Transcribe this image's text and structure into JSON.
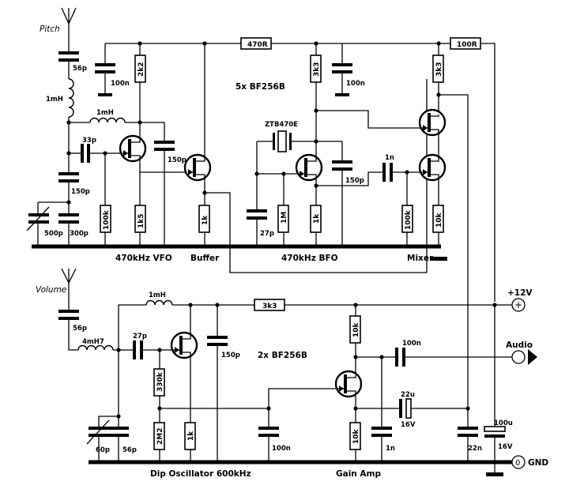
{
  "title": "",
  "inputs": {
    "pitch": "Pitch",
    "volume": "Volume"
  },
  "transistor_notes": {
    "upper": "5x  BF256B",
    "lower": "2x  BF256B"
  },
  "sections": {
    "vfo": "470kHz  VFO",
    "buffer": "Buffer",
    "bfo": "470kHz  BFO",
    "mixer": "Mixer",
    "dip_osc": "Dip  Oscillator  600kHz",
    "gain_amp": "Gain Amp"
  },
  "rails": {
    "supply": "+12V",
    "audio": "Audio",
    "ground": "GND",
    "supply_symbol": "+",
    "ground_symbol": "0"
  },
  "components": {
    "upper": {
      "c_pitch": "56p",
      "l_pitch": "1mH",
      "l_vfo": "1mH",
      "c_33p": "33p",
      "c_150p_left": "150p",
      "c_trim": "500p",
      "c_300p": "300p",
      "r_100k_vfo": "100k",
      "r_1k5": "1k5",
      "c_150p_vfo": "150p",
      "c_100n_left": "100n",
      "r_2k2": "2k2",
      "r_1k_buf": "1k",
      "r_470": "470R",
      "r_100": "100R",
      "r_3k3_bfo": "3k3",
      "c_100n_bfo": "100n",
      "xtal": "ZTB470E",
      "c_150p_bfo": "150p",
      "c_27p": "27p",
      "r_1m": "1M",
      "r_1k_bfo": "1k",
      "c_1n_mix": "1n",
      "r_3k3_mix": "3k3",
      "r_100k_mix": "100k",
      "r_10k_mix": "10k"
    },
    "lower": {
      "c_vol": "56p",
      "l_4mh7": "4mH7",
      "l_1mh": "1mH",
      "c_27p": "27p",
      "r_330k": "330k",
      "c_150p": "150p",
      "r_3k3": "3k3",
      "c_trim": "60p",
      "c_56p": "56p",
      "r_2m2": "2M2",
      "r_1k": "1k",
      "c_100n_mid": "100n",
      "r_10k_top": "10k",
      "c_100n_out": "100n",
      "c_22u": "22u",
      "v_22u": "16V",
      "r_10k_bot": "10k",
      "c_1n": "1n",
      "c_22n": "22n",
      "c_100u": "100u",
      "v_100u": "16V"
    }
  }
}
